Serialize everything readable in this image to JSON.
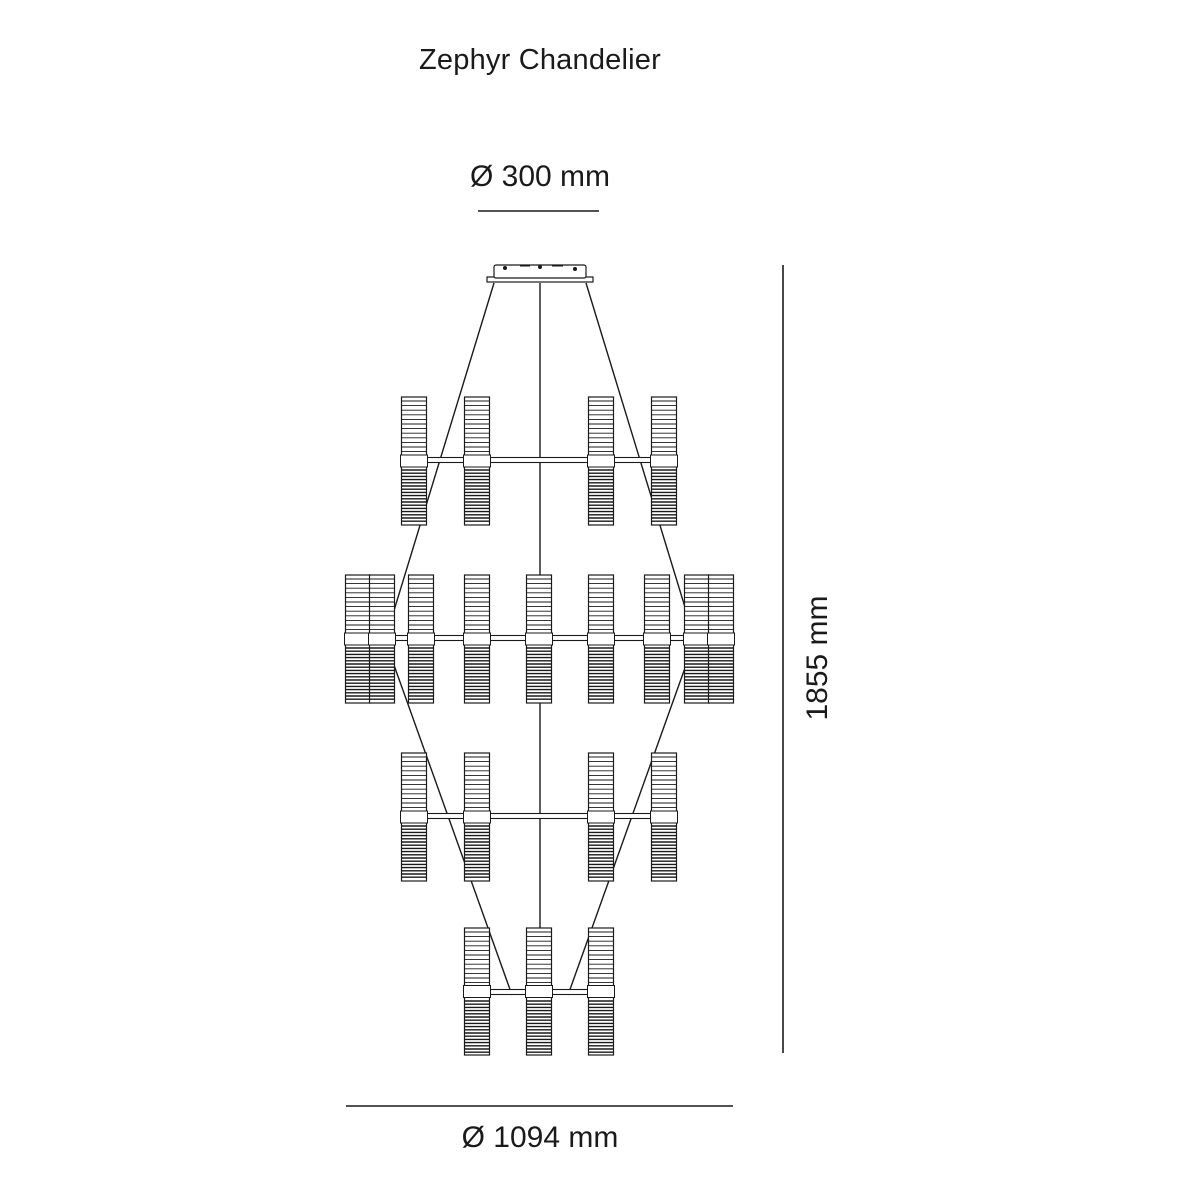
{
  "title": "Zephyr Chandelier",
  "dimensions": {
    "canopy_diameter": "Ø 300 mm",
    "height": "1855 mm",
    "overall_diameter": "Ø 1094 mm"
  },
  "line_color": "#1a1a1a"
}
